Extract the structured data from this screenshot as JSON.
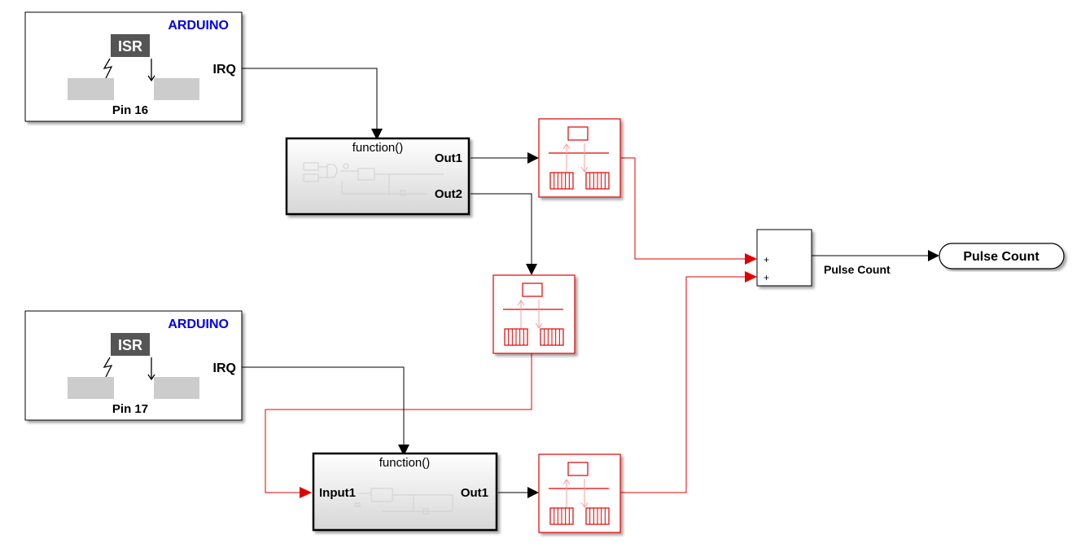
{
  "diagram": {
    "interrupt_blocks": [
      {
        "vendor": "ARDUINO",
        "isr_label": "ISR",
        "output_port": "IRQ",
        "pin_label": "Pin 16"
      },
      {
        "vendor": "ARDUINO",
        "isr_label": "ISR",
        "output_port": "IRQ",
        "pin_label": "Pin 17"
      }
    ],
    "function_subsystems": [
      {
        "title": "function()",
        "inputs": [],
        "outputs": [
          "Out1",
          "Out2"
        ]
      },
      {
        "title": "function()",
        "inputs": [
          "Input1"
        ],
        "outputs": [
          "Out1"
        ]
      }
    ],
    "rate_transition_count": 3,
    "sum_block": {
      "signs": [
        "+",
        "+"
      ]
    },
    "signal_label": "Pulse Count",
    "outport_label": "Pulse Count",
    "colors": {
      "line_black": "#000000",
      "line_red": "#e00000",
      "vendor_blue": "#0000ee",
      "isr_badge": "#555555",
      "pin_pad": "#cccccc"
    }
  }
}
